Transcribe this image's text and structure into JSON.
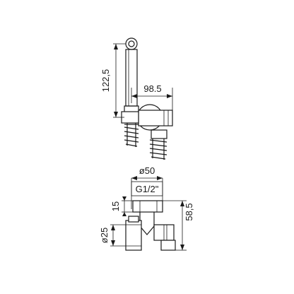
{
  "dimensions": {
    "height_hand_shower": "122,5",
    "width_hand_shower": "98.5",
    "diameter_flange": "ø50",
    "thread": "G1/2\"",
    "flange_thickness": "15",
    "valve_height": "58,5",
    "diameter_body": "ø25"
  }
}
